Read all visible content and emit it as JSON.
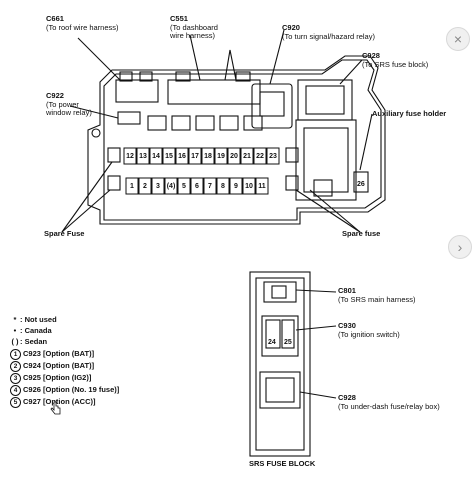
{
  "connectors": {
    "c661": {
      "code": "C661",
      "desc": "(To roof wire harness)"
    },
    "c551": {
      "code": "C551",
      "desc": "(To dashboard wire harness)"
    },
    "c920": {
      "code": "C920",
      "desc": "(To turn signal/hazard relay)"
    },
    "c928_top": {
      "code": "C928",
      "desc": "(To SRS fuse block)"
    },
    "c922": {
      "code": "C922",
      "desc": "(To power window relay)"
    },
    "aux": {
      "label": "Auxiliary fuse holder"
    },
    "spare_left": {
      "label": "Spare Fuse"
    },
    "spare_right": {
      "label": "Spare fuse"
    },
    "c801": {
      "code": "C801",
      "desc": "(To SRS main harness)"
    },
    "c930": {
      "code": "C930",
      "desc": "(To ignition switch)"
    },
    "c928_bottom": {
      "code": "C928",
      "desc": "(To under-dash fuse/relay box)"
    }
  },
  "fuses": {
    "top_row": [
      "12",
      "13",
      "14",
      "15",
      "16",
      "17",
      "18",
      "19",
      "20",
      "21",
      "22",
      "23"
    ],
    "bottom_row": [
      "1",
      "2",
      "3",
      "(4)",
      "5",
      "6",
      "7",
      "8",
      "9",
      "10",
      "11"
    ],
    "aux": "26",
    "srs": [
      "24",
      "25"
    ]
  },
  "legend": [
    {
      "sym": "*",
      "text": ": Not used"
    },
    {
      "sym": "•",
      "text": ": Canada"
    },
    {
      "sym": "( )",
      "text": ": Sedan"
    },
    {
      "sym": "1",
      "text": "C923 [Option (BAT)]"
    },
    {
      "sym": "2",
      "text": "C924 [Option (BAT)]"
    },
    {
      "sym": "3",
      "text": "C925 [Option (IG2)]"
    },
    {
      "sym": "4",
      "text": "C926 [Option (No. 19 fuse)]"
    },
    {
      "sym": "5",
      "text": "C927 [Option (ACC)]"
    }
  ],
  "srs_title": "SRS FUSE BLOCK",
  "nav": {
    "close": "×",
    "next": "›"
  },
  "colors": {
    "line": "#111111",
    "nav_bg": "#f0f0f0"
  }
}
